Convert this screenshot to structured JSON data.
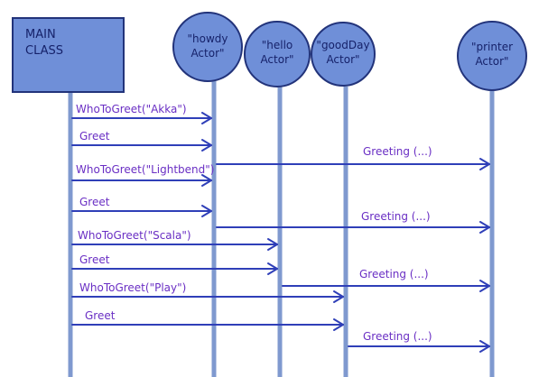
{
  "actors": {
    "main_class": {
      "line1": "MAIN",
      "line2": "CLASS"
    },
    "howdy": {
      "line1": "\"howdy",
      "line2": "Actor\""
    },
    "hello": {
      "line1": "\"hello",
      "line2": "Actor\""
    },
    "goodday": {
      "line1": "\"goodDay",
      "line2": "Actor\""
    },
    "printer": {
      "line1": "\"printer",
      "line2": "Actor\""
    }
  },
  "messages": [
    {
      "label": "WhoToGreet(\"Akka\")",
      "from": "main_class",
      "to": "howdy"
    },
    {
      "label": "Greet",
      "from": "main_class",
      "to": "howdy"
    },
    {
      "label": "Greeting (...)",
      "from": "howdy",
      "to": "printer"
    },
    {
      "label": "WhoToGreet(\"Lightbend\")",
      "from": "main_class",
      "to": "howdy"
    },
    {
      "label": "Greet",
      "from": "main_class",
      "to": "howdy"
    },
    {
      "label": "Greeting (...)",
      "from": "howdy",
      "to": "printer"
    },
    {
      "label": "WhoToGreet(\"Scala\")",
      "from": "main_class",
      "to": "hello"
    },
    {
      "label": "Greet",
      "from": "main_class",
      "to": "hello"
    },
    {
      "label": "Greeting (...)",
      "from": "hello",
      "to": "printer"
    },
    {
      "label": "WhoToGreet(\"Play\")",
      "from": "main_class",
      "to": "goodday"
    },
    {
      "label": "Greet",
      "from": "main_class",
      "to": "goodday"
    },
    {
      "label": "Greeting (...)",
      "from": "goodday",
      "to": "printer"
    }
  ],
  "colors": {
    "actor_fill": "#6f8fd8",
    "actor_stroke": "#22337a",
    "lifeline": "#7f99cf",
    "arrow": "#2f3fb8",
    "label": "#6a2fc4"
  }
}
